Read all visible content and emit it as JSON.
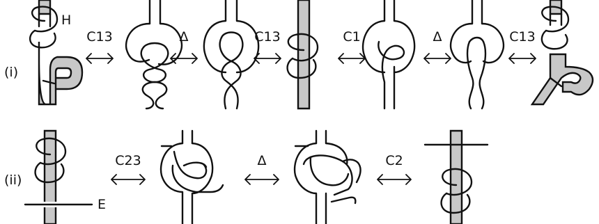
{
  "rows": [
    {
      "label": "(i)",
      "moves": [
        "C13",
        "Δ",
        "C13",
        "C1",
        "Δ",
        "C13"
      ]
    },
    {
      "label": "(ii)",
      "moves": [
        "C23",
        "Δ",
        "C2"
      ]
    }
  ],
  "annotations": {
    "handle": "H",
    "edge": "E"
  }
}
